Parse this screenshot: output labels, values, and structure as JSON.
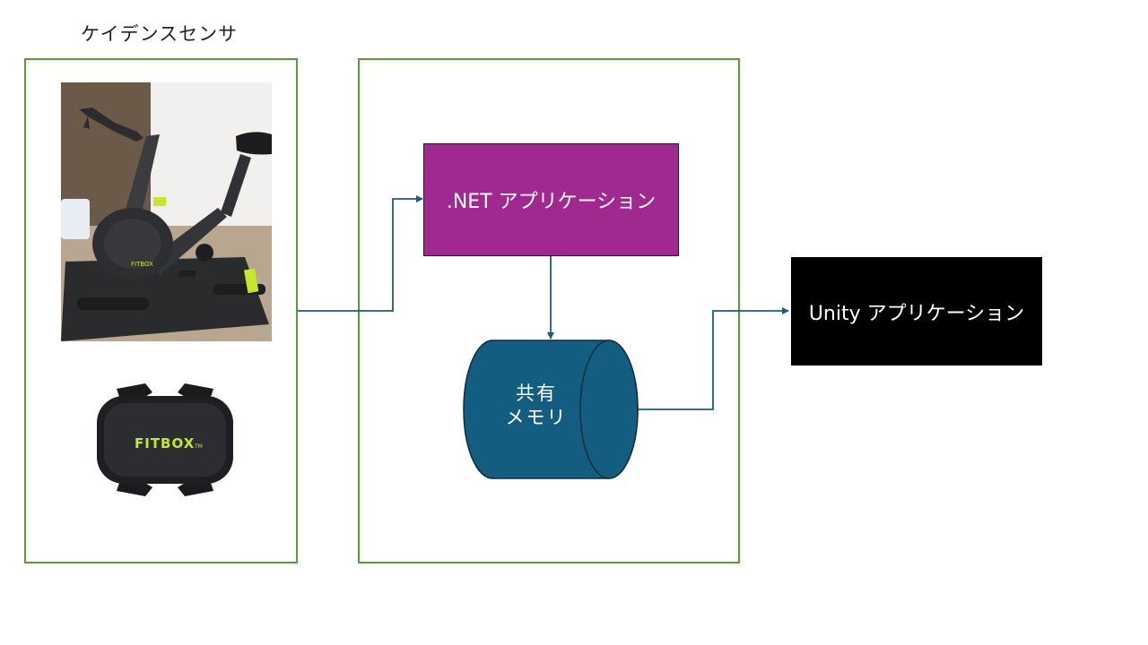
{
  "diagram": {
    "cadence_sensor_label": "ケイデンスセンサ",
    "net_app_label": ".NET アプリケーション",
    "shared_memory": {
      "line1": "共有",
      "line2": "メモリ"
    },
    "unity_app_label": "Unity アプリケーション",
    "sensor_brand_text": "FITBOX",
    "bike_brand_text": "FITBOX",
    "colors": {
      "group_border": "#5a9e32",
      "net_app_fill": "#a0298f",
      "memory_fill": "#135e80",
      "unity_app_fill": "#000000",
      "arrow": "#1a5f7a",
      "brand_accent": "#c8e62a"
    }
  }
}
